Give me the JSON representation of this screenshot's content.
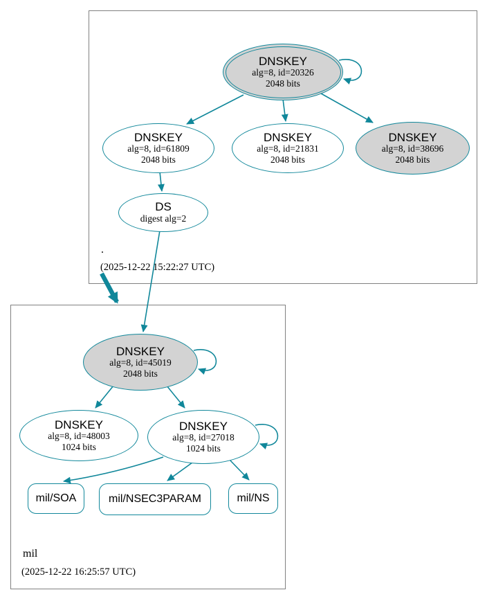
{
  "colors": {
    "edge": "#10879a",
    "nodefill": "#d3d3d3",
    "boxborder": "#808080"
  },
  "zones": {
    "root": {
      "name": ".",
      "timestamp": "(2025-12-22 15:22:27 UTC)"
    },
    "mil": {
      "name": "mil",
      "timestamp": "(2025-12-22 16:25:57 UTC)"
    }
  },
  "nodes": {
    "root_ksk_20326": {
      "title": "DNSKEY",
      "detail": "alg=8, id=20326",
      "bits": "2048 bits"
    },
    "root_key_61809": {
      "title": "DNSKEY",
      "detail": "alg=8, id=61809",
      "bits": "2048 bits"
    },
    "root_key_21831": {
      "title": "DNSKEY",
      "detail": "alg=8, id=21831",
      "bits": "2048 bits"
    },
    "root_key_38696": {
      "title": "DNSKEY",
      "detail": "alg=8, id=38696",
      "bits": "2048 bits"
    },
    "root_ds": {
      "title": "DS",
      "detail": "digest alg=2"
    },
    "mil_ksk_45019": {
      "title": "DNSKEY",
      "detail": "alg=8, id=45019",
      "bits": "2048 bits"
    },
    "mil_key_48003": {
      "title": "DNSKEY",
      "detail": "alg=8, id=48003",
      "bits": "1024 bits"
    },
    "mil_key_27018": {
      "title": "DNSKEY",
      "detail": "alg=8, id=27018",
      "bits": "1024 bits"
    }
  },
  "rrsets": {
    "soa": "mil/SOA",
    "nsec3param": "mil/NSEC3PARAM",
    "ns": "mil/NS"
  }
}
